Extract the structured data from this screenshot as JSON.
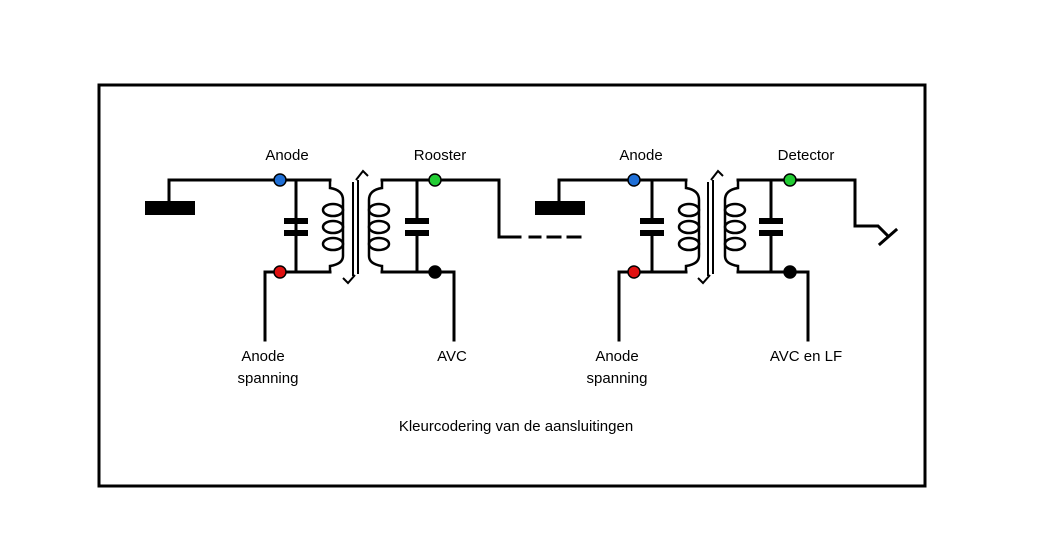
{
  "diagram": {
    "caption": "Kleurcodering van de aansluitingen",
    "stages": [
      {
        "id": "stage-1",
        "labels": {
          "primary_top": "Anode",
          "secondary_top": "Rooster",
          "primary_bottom_line1": "Anode",
          "primary_bottom_line2": "spanning",
          "secondary_bottom": "AVC"
        },
        "terminals": {
          "primary_top": {
            "color_name": "blue",
            "color": "#1f6fd6"
          },
          "primary_bottom": {
            "color_name": "red",
            "color": "#e01010"
          },
          "secondary_top": {
            "color_name": "green",
            "color": "#22cc33"
          },
          "secondary_bottom": {
            "color_name": "black",
            "color": "#000000"
          }
        }
      },
      {
        "id": "stage-2",
        "labels": {
          "primary_top": "Anode",
          "secondary_top": "Detector",
          "primary_bottom_line1": "Anode",
          "primary_bottom_line2": "spanning",
          "secondary_bottom": "AVC en LF"
        },
        "terminals": {
          "primary_top": {
            "color_name": "blue",
            "color": "#1f6fd6"
          },
          "primary_bottom": {
            "color_name": "red",
            "color": "#e01010"
          },
          "secondary_top": {
            "color_name": "green",
            "color": "#22cc33"
          },
          "secondary_bottom": {
            "color_name": "black",
            "color": "#000000"
          }
        }
      }
    ]
  }
}
